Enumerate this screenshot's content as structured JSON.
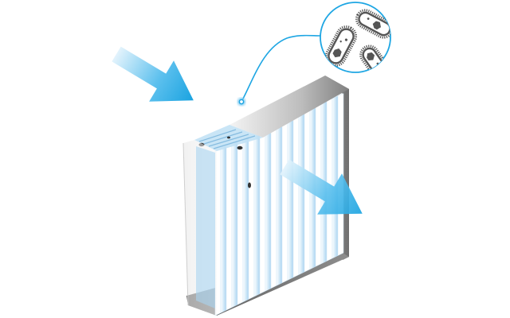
{
  "colors": {
    "arrow_light": "#d6eefb",
    "arrow_strong": "#1aa3e0",
    "frame_light": "#f2f2f2",
    "frame_dark": "#7a7a7a",
    "pleat_blue": "#b9dcf3",
    "callout_line": "#1ea6e3",
    "bacteria_gray": "#555555"
  },
  "icons": [
    "airflow-in-arrow",
    "airflow-out-arrow",
    "air-filter",
    "bacteria-magnifier"
  ]
}
